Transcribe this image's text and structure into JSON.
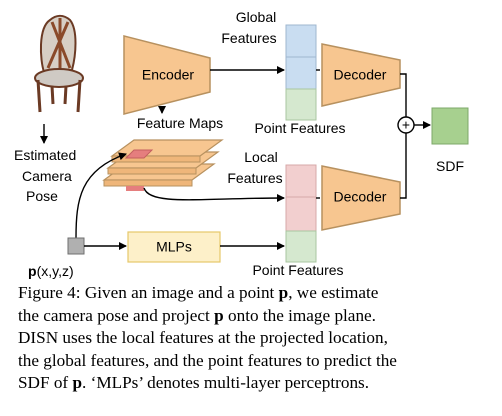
{
  "diagram": {
    "labels": {
      "global_features": [
        "Global",
        "Features"
      ],
      "encoder": "Encoder",
      "decoder_top": "Decoder",
      "feature_maps": "Feature Maps",
      "point_features_top": "Point Features",
      "estimated_camera_pose": [
        "Estimated",
        "Camera",
        "Pose"
      ],
      "local_features": [
        "Local",
        "Features"
      ],
      "decoder_bottom": "Decoder",
      "sdf": "SDF",
      "mlps": "MLPs",
      "point_input_bold": "p",
      "point_input_rest": "(x,y,z)",
      "point_features_bottom": "Point Features",
      "plus": "+"
    },
    "colors": {
      "encoder_fill": "#f7c690",
      "encoder_stroke": "#b7915f",
      "global_feature_fill": "#c9ddf1",
      "point_feature_fill": "#d5e8cf",
      "local_feature_fill": "#f2cfcf",
      "sdf_fill": "#a7d08f",
      "feature_map_fill": "#f7c690",
      "feature_map_patch": "#e57e7e",
      "mlp_fill": "#fdf0c9",
      "mlp_stroke": "#e6c76a",
      "point_box_fill": "#b0b0b0"
    },
    "icons": [
      "chair-icon"
    ]
  },
  "caption": {
    "figure_label": "Figure 4:",
    "line1_a": "Given an image and a point",
    "line1_p": "p",
    "line1_b": ", we estimate",
    "line2_a": "the camera pose and project",
    "line2_p": "p",
    "line2_b": "onto the image plane.",
    "line3": "DISN uses the local features at the projected location,",
    "line4": "the global features, and the point features to predict the",
    "line5_a": "SDF of",
    "line5_p": "p",
    "line5_b": ". ‘MLPs’ denotes multi-layer perceptrons."
  }
}
